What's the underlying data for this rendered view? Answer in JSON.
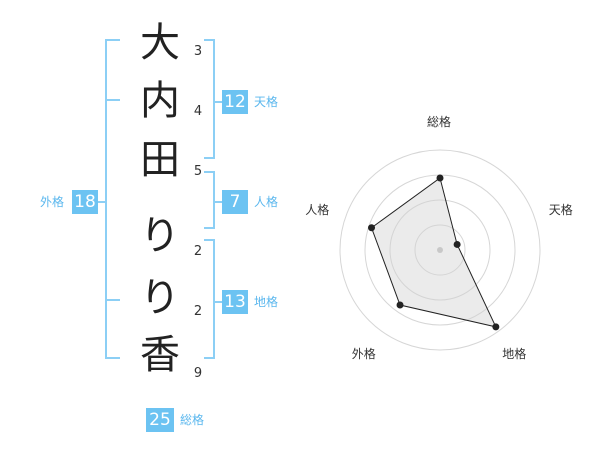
{
  "name_chars": [
    "大",
    "内",
    "田",
    "り",
    "り",
    "香"
  ],
  "strokes": [
    "3",
    "4",
    "5",
    "2",
    "2",
    "9"
  ],
  "kakusu": {
    "tenkaku": {
      "value": "12",
      "label": "天格"
    },
    "jinkaku": {
      "value": "7",
      "label": "人格"
    },
    "chikaku": {
      "value": "13",
      "label": "地格"
    },
    "gaikaku": {
      "value": "18",
      "label": "外格"
    },
    "soukaku": {
      "value": "25",
      "label": "総格"
    }
  },
  "colors": {
    "accent": "#6cc3f2",
    "label": "#5ab7ee",
    "bracket": "#8ccff5"
  },
  "chart_data": {
    "type": "radar",
    "axes": [
      "総格",
      "天格",
      "地格",
      "外格",
      "人格"
    ],
    "values": [
      0.72,
      0.18,
      0.95,
      0.68,
      0.72
    ],
    "rings": 4,
    "grid": true
  }
}
